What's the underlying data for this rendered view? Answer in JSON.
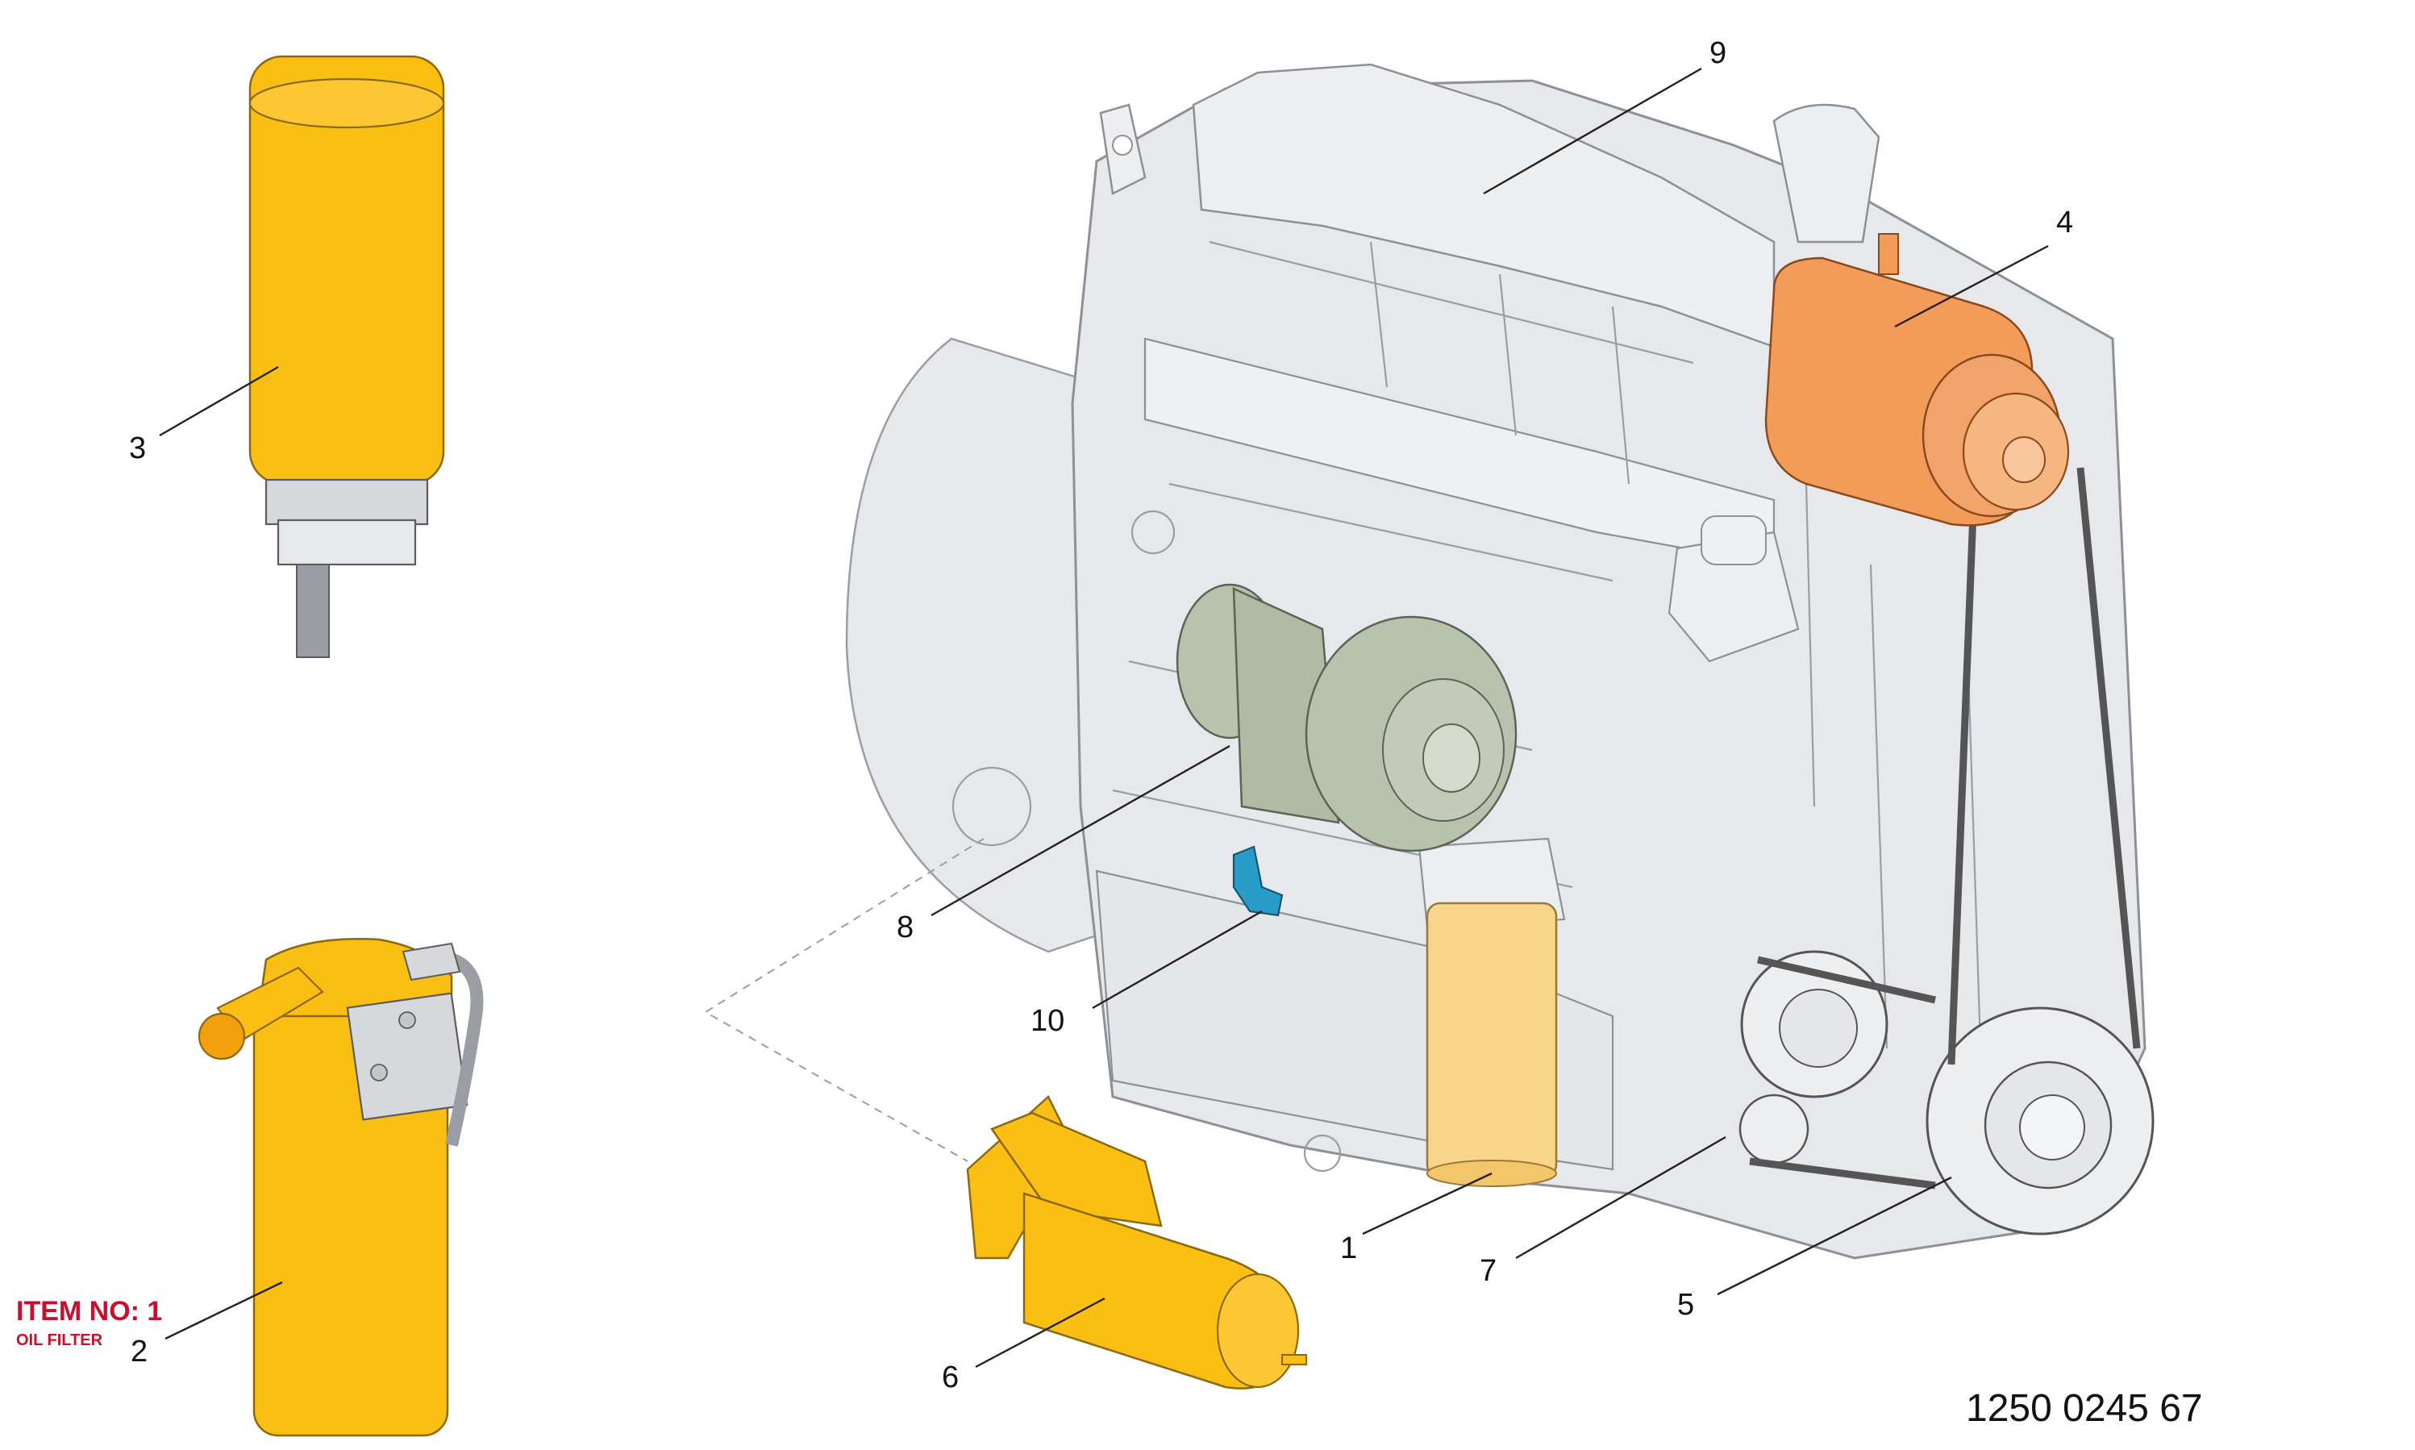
{
  "drawing_number": "1250 0245 67",
  "item_tag": {
    "title": "ITEM NO: 1",
    "subtitle": "OIL FILTER"
  },
  "callouts": [
    {
      "id": "1",
      "label": "1"
    },
    {
      "id": "2",
      "label": "2"
    },
    {
      "id": "3",
      "label": "3"
    },
    {
      "id": "4",
      "label": "4"
    },
    {
      "id": "5",
      "label": "5"
    },
    {
      "id": "6",
      "label": "6"
    },
    {
      "id": "7",
      "label": "7"
    },
    {
      "id": "8",
      "label": "8"
    },
    {
      "id": "9",
      "label": "9"
    },
    {
      "id": "10",
      "label": "10"
    }
  ],
  "colors": {
    "filter_yellow": "#fbbf14",
    "oil_filter_highlight": "#f8d58a",
    "alternator_orange": "#f39c5a",
    "turbo_green": "#b9c2ad",
    "sensor_blue": "#2a9cc8",
    "engine_grey": "#e7e8eb",
    "item_tag_red": "#c8102e"
  }
}
